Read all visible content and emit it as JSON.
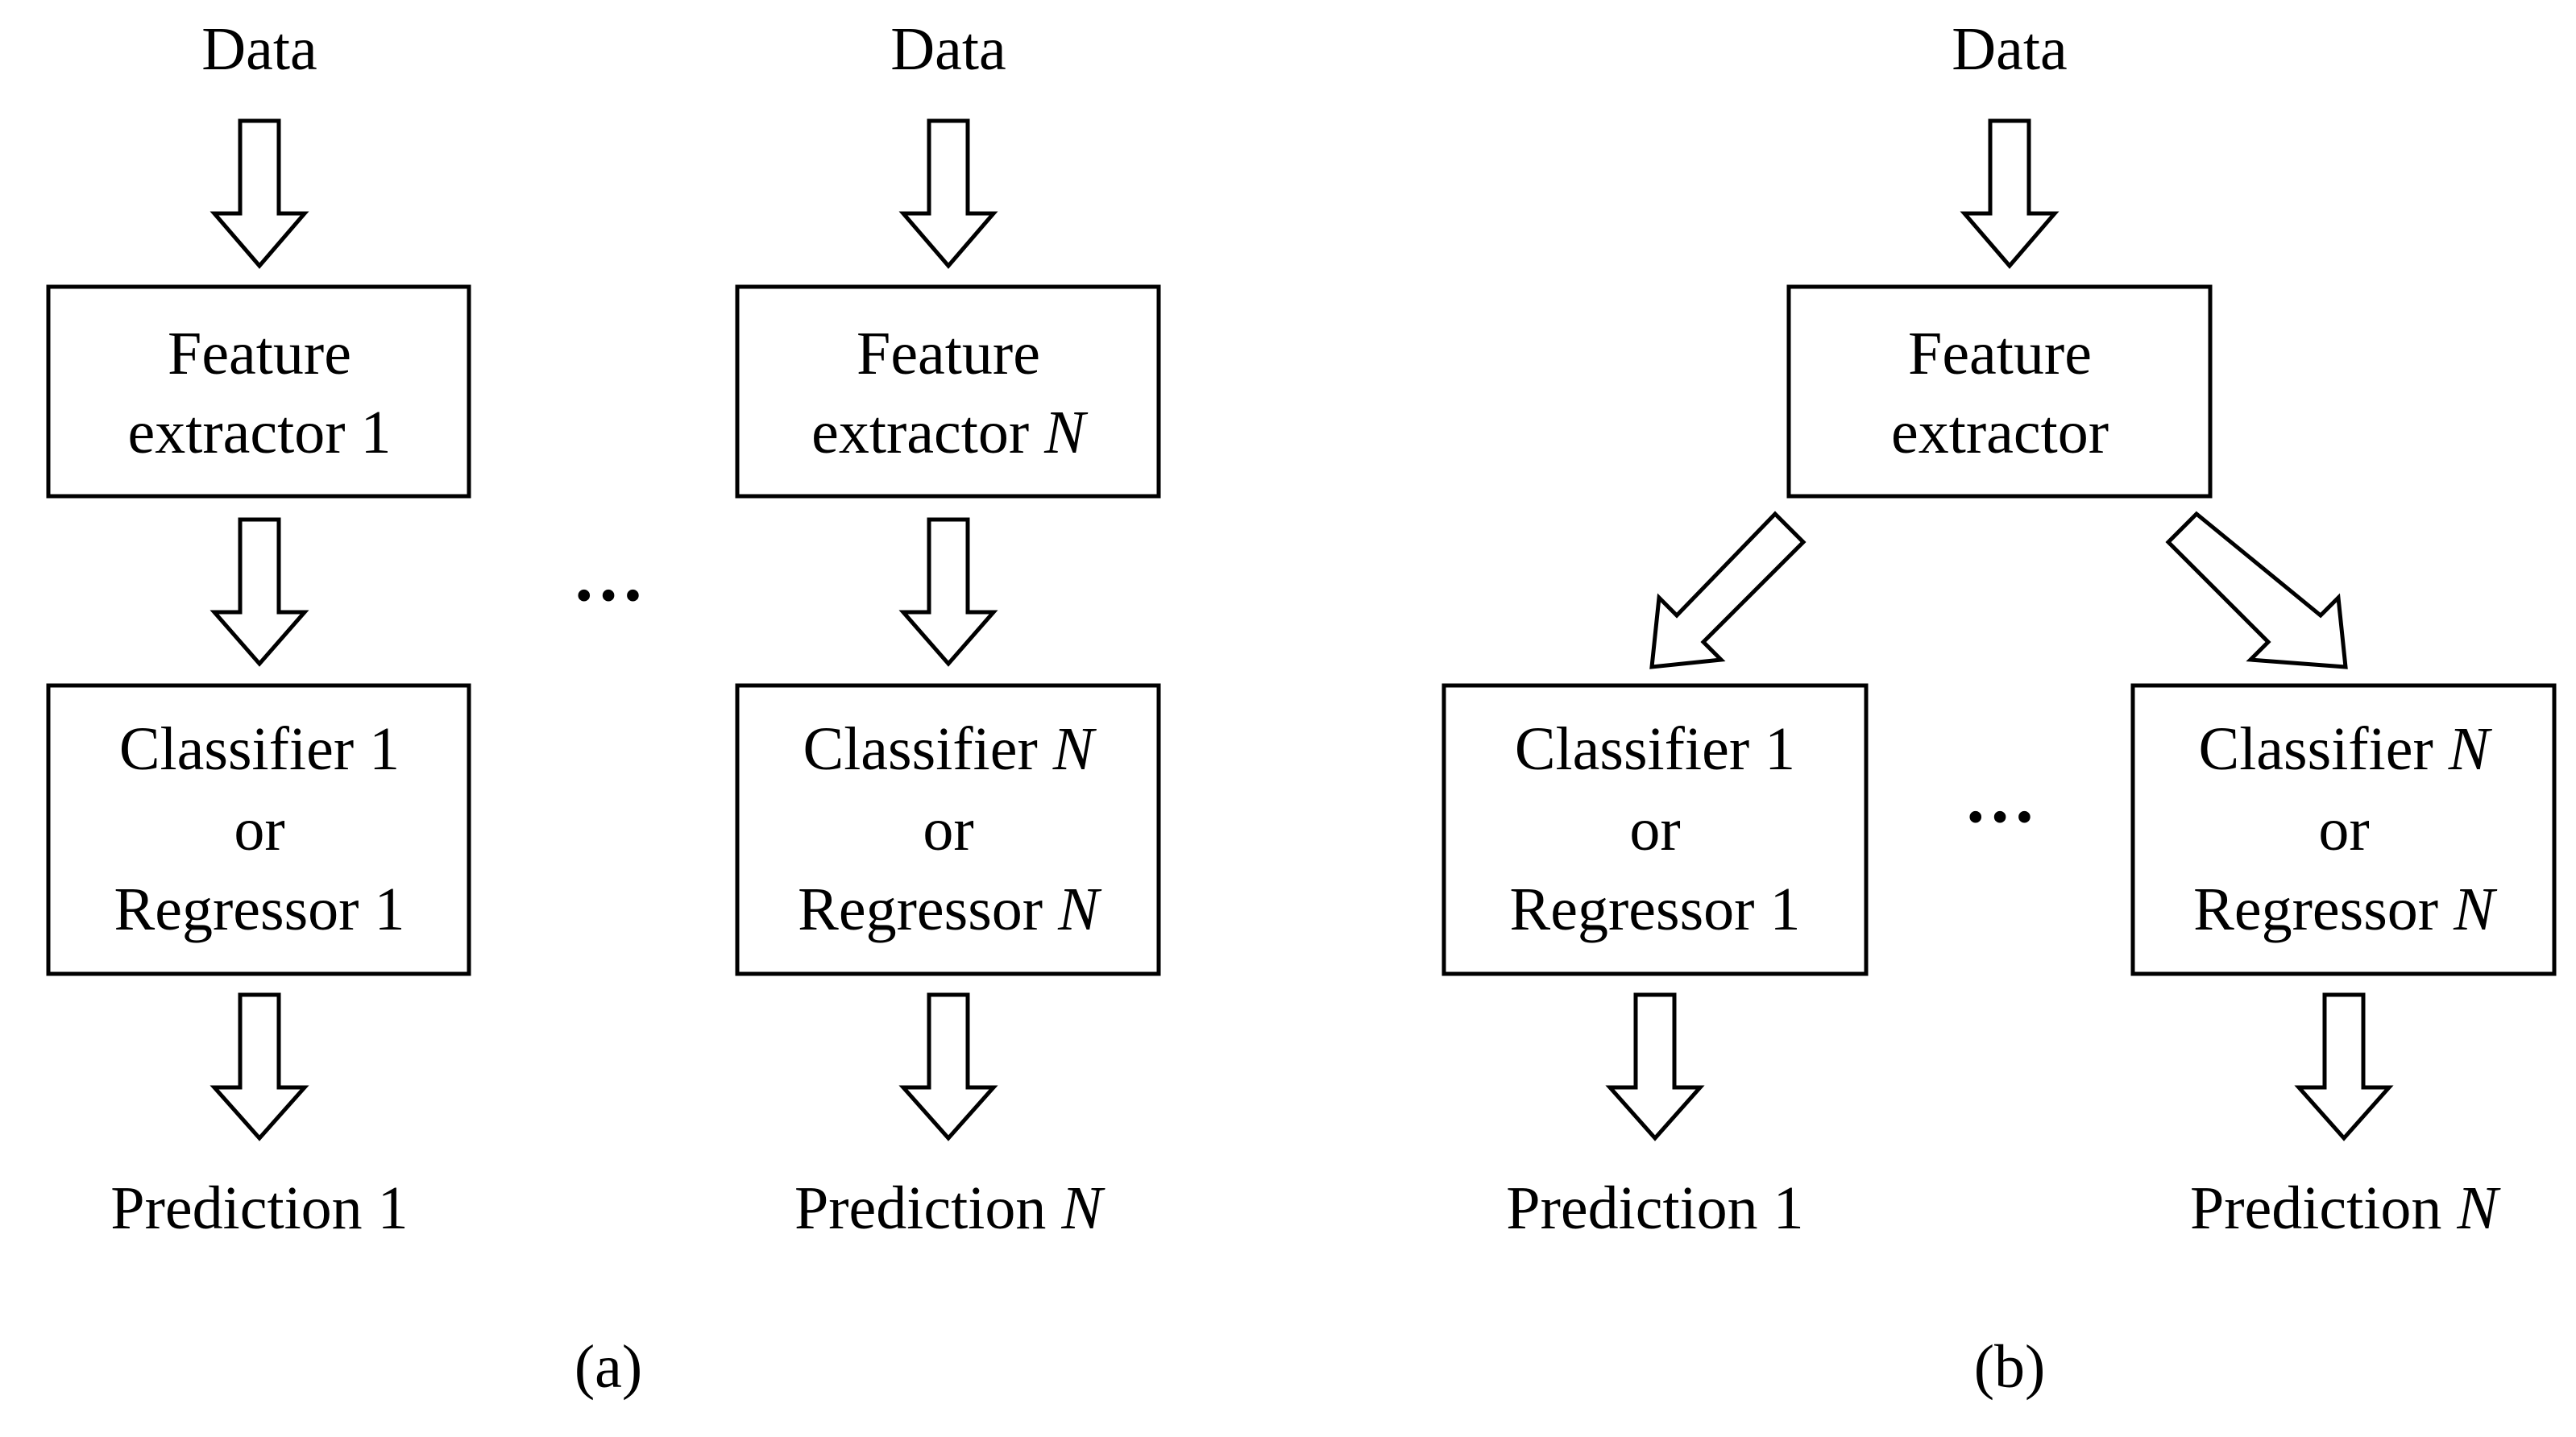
{
  "panel_a": {
    "caption": "(a)",
    "ellipsis": "…",
    "col1": {
      "data": "Data",
      "fe_line1": "Feature",
      "fe_line2": "extractor 1",
      "cls_line1": "Classifier 1",
      "cls_line2": "or",
      "cls_line3": "Regressor 1",
      "pred": "Prediction 1"
    },
    "colN": {
      "data": "Data",
      "fe_line1": "Feature",
      "fe_line2": "extractor ",
      "fe_line2_var": "N",
      "cls_line1": "Classifier ",
      "cls_line1_var": "N",
      "cls_line2": "or",
      "cls_line3": "Regressor ",
      "cls_line3_var": "N",
      "pred": "Prediction ",
      "pred_var": "N"
    }
  },
  "panel_b": {
    "caption": "(b)",
    "ellipsis": "…",
    "data": "Data",
    "fe_line1": "Feature",
    "fe_line2": "extractor",
    "head1": {
      "cls_line1": "Classifier 1",
      "cls_line2": "or",
      "cls_line3": "Regressor 1",
      "pred": "Prediction 1"
    },
    "headN": {
      "cls_line1": "Classifier ",
      "cls_line1_var": "N",
      "cls_line2": "or",
      "cls_line3": "Regressor ",
      "cls_line3_var": "N",
      "pred": "Prediction ",
      "pred_var": "N"
    }
  }
}
